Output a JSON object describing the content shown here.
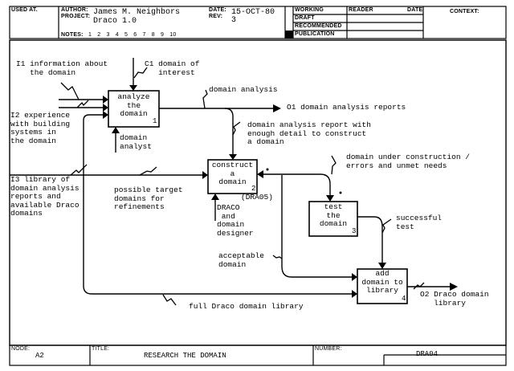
{
  "header": {
    "used_at_label": "USED AT.",
    "author_label": "AUTHOR:",
    "author": "James M. Neighbors",
    "project_label": "PROJECT:",
    "project": "Draco 1.0",
    "date_label": "DATE:",
    "date": "15-OCT-80",
    "rev_label": "REV:",
    "rev": "3",
    "notes_label": "NOTES:",
    "notes": [
      "1",
      "2",
      "3",
      "4",
      "5",
      "6",
      "7",
      "8",
      "9",
      "10"
    ],
    "status": [
      {
        "label": "WORKING",
        "checked": false
      },
      {
        "label": "DRAFT",
        "checked": false
      },
      {
        "label": "RECOMMENDED",
        "checked": false
      },
      {
        "label": "PUBLICATION",
        "checked": true
      }
    ],
    "reader_label": "READER",
    "reader_date_label": "DATE",
    "context_label": "CONTEXT:"
  },
  "diagram": {
    "boxes": [
      {
        "id": "1",
        "text": "analyze\nthe\ndomain",
        "number": "1"
      },
      {
        "id": "2",
        "text": "construct\na\ndomain",
        "number": "2",
        "ref": "(DRA05)"
      },
      {
        "id": "3",
        "text": "test\nthe\ndomain",
        "number": "3"
      },
      {
        "id": "4",
        "text": "add\ndomain to\nlibrary",
        "number": "4"
      }
    ],
    "labels": {
      "i1": "I1 information about\n   the domain",
      "c1": "C1 domain of\n   interest",
      "i2": "I2 experience\nwith building\nsystems in\nthe domain",
      "i3": "I3 library of\ndomain analysis\nreports and\navailable Draco\ndomains",
      "domain_analyst": "domain\nanalyst",
      "domain_analysis": "domain analysis",
      "o1": "O1 domain analysis reports",
      "report_detail": "domain analysis report with\nenough detail to construct\na domain",
      "possible_targets": "possible target\ndomains for\nrefinements",
      "draco_designer": "DRACO\n and\ndomain\ndesigner",
      "under_construction": "domain under construction /\nerrors and unmet needs",
      "successful_test": "successful\ntest",
      "acceptable": "acceptable\ndomain",
      "full_library": "full Draco domain library",
      "o2": "O2 Draco domain\n   library"
    }
  },
  "footer": {
    "node_label": "NODE:",
    "node": "A2",
    "title_label": "TITLE:",
    "title": "RESEARCH THE DOMAIN",
    "number_label": "NUMBER:",
    "number": "DRA04"
  }
}
